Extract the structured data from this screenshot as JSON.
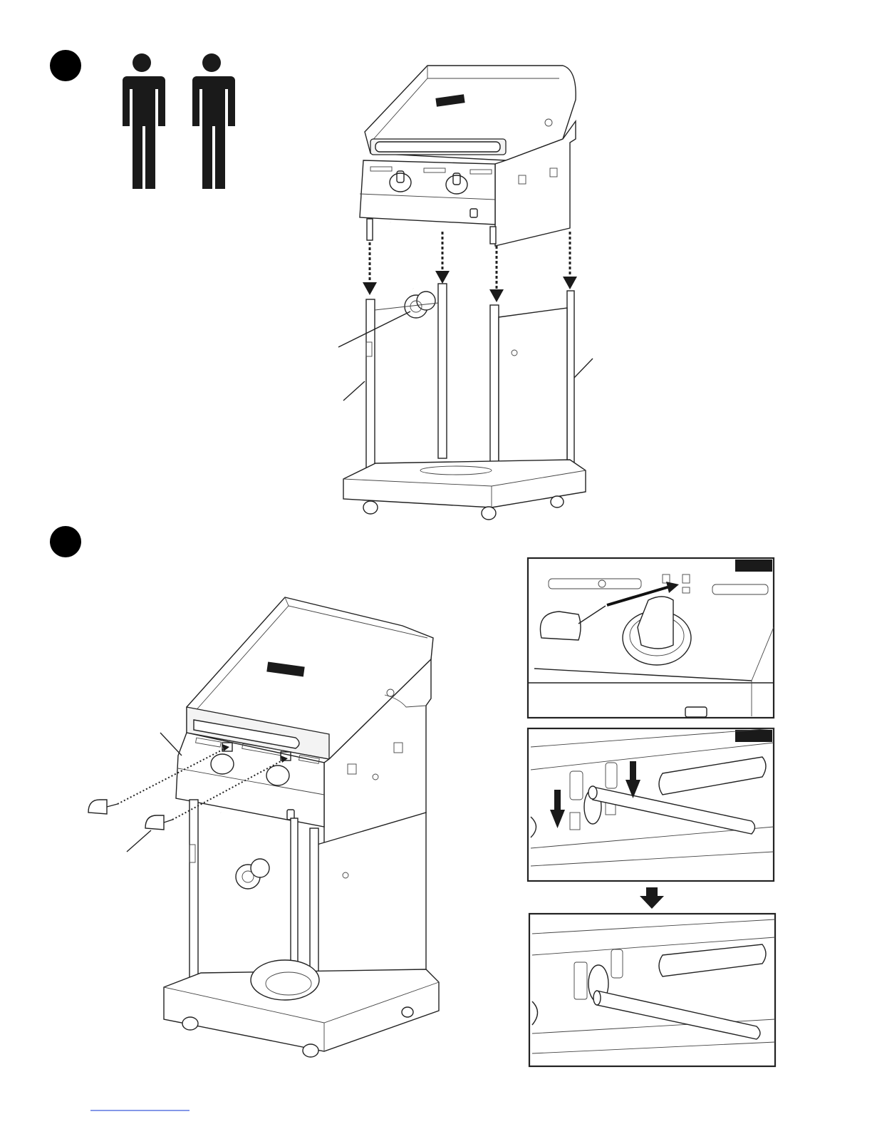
{
  "page": {
    "background": "#ffffff",
    "ink": "#1a1a1a"
  },
  "steps": [
    {
      "marker": "step-1-marker",
      "icon": "two-person-icon"
    },
    {
      "marker": "step-2-marker"
    }
  ],
  "detail_views": [
    {
      "name": "detail-view-knob-install",
      "tag_color": "#1a1a1a"
    },
    {
      "name": "detail-view-pin-before",
      "tag_color": "#1a1a1a"
    },
    {
      "name": "detail-view-pin-after"
    }
  ],
  "icons": [
    "person-icon",
    "down-arrow-icon",
    "grill-illustration",
    "knob-icon",
    "caster-icon"
  ]
}
